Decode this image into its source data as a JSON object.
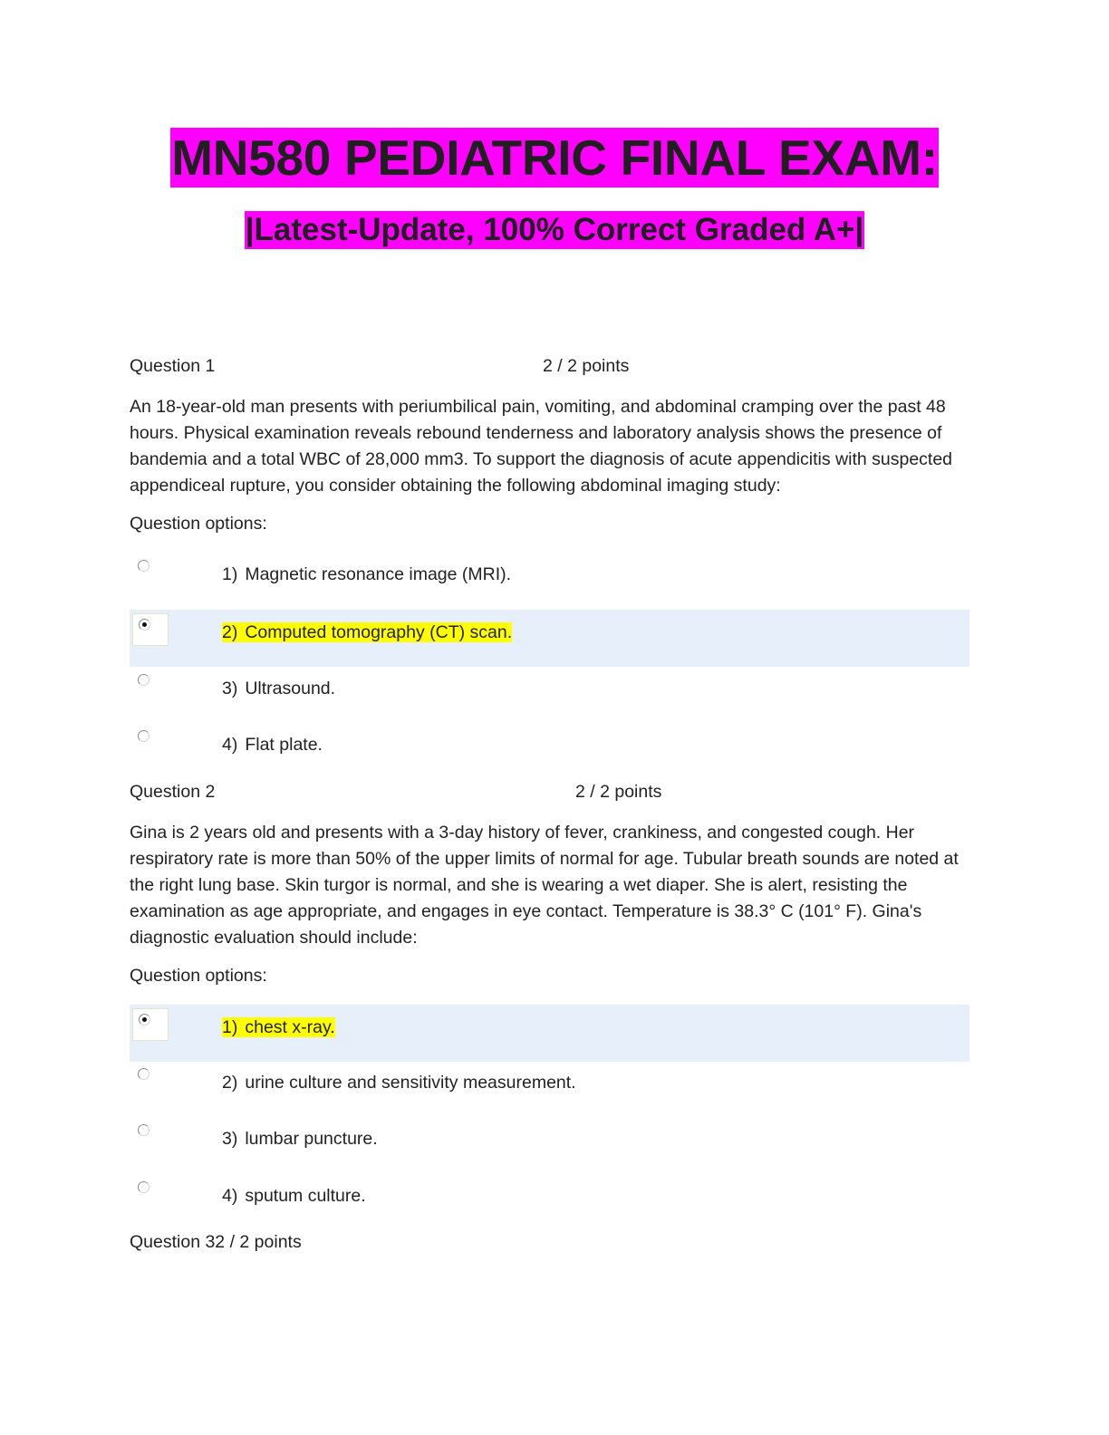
{
  "header": {
    "title": "MN580 PEDIATRIC FINAL EXAM:",
    "subtitle": "|Latest-Update, 100% Correct Graded A+|"
  },
  "questions": [
    {
      "label": "Question 1",
      "points": "2 / 2 points",
      "text": "An 18-year-old man presents with periumbilical pain, vomiting, and abdominal cramping over the past 48 hours. Physical examination reveals rebound tenderness and laboratory analysis shows the presence of bandemia and a total WBC of 28,000 mm3. To support the diagnosis of acute appendicitis with suspected appendiceal rupture, you consider obtaining the following abdominal imaging study:",
      "options_label": "Question options:",
      "options": [
        {
          "num": "1)",
          "text": "Magnetic resonance image (MRI).",
          "selected": false
        },
        {
          "num": "2)",
          "text": "Computed tomography (CT) scan.",
          "selected": true
        },
        {
          "num": "3)",
          "text": "Ultrasound.",
          "selected": false
        },
        {
          "num": "4)",
          "text": "Flat plate.",
          "selected": false
        }
      ]
    },
    {
      "label": "Question 2",
      "points": "2 / 2 points",
      "text": "Gina is 2 years old and presents with a 3-day history of fever, crankiness, and congested cough. Her respiratory rate is more than 50% of the upper limits of normal for age. Tubular breath sounds are noted at the right lung base. Skin turgor is normal, and she is wearing a wet diaper. She is alert, resisting the examination as age appropriate, and engages in eye contact. Temperature is 38.3° C (101° F). Gina's diagnostic evaluation should include:",
      "options_label": "Question options:",
      "options": [
        {
          "num": "1)",
          "text": "chest x-ray.",
          "selected": true
        },
        {
          "num": "2)",
          "text": "urine culture and sensitivity measurement.",
          "selected": false
        },
        {
          "num": "3)",
          "text": "lumbar puncture.",
          "selected": false
        },
        {
          "num": "4)",
          "text": "sputum culture.",
          "selected": false
        }
      ]
    }
  ],
  "question3_header": "Question 32 / 2 points",
  "colors": {
    "title_highlight": "#ff00ff",
    "answer_highlight": "#ffff00",
    "selected_row": "#e7f0fa"
  }
}
